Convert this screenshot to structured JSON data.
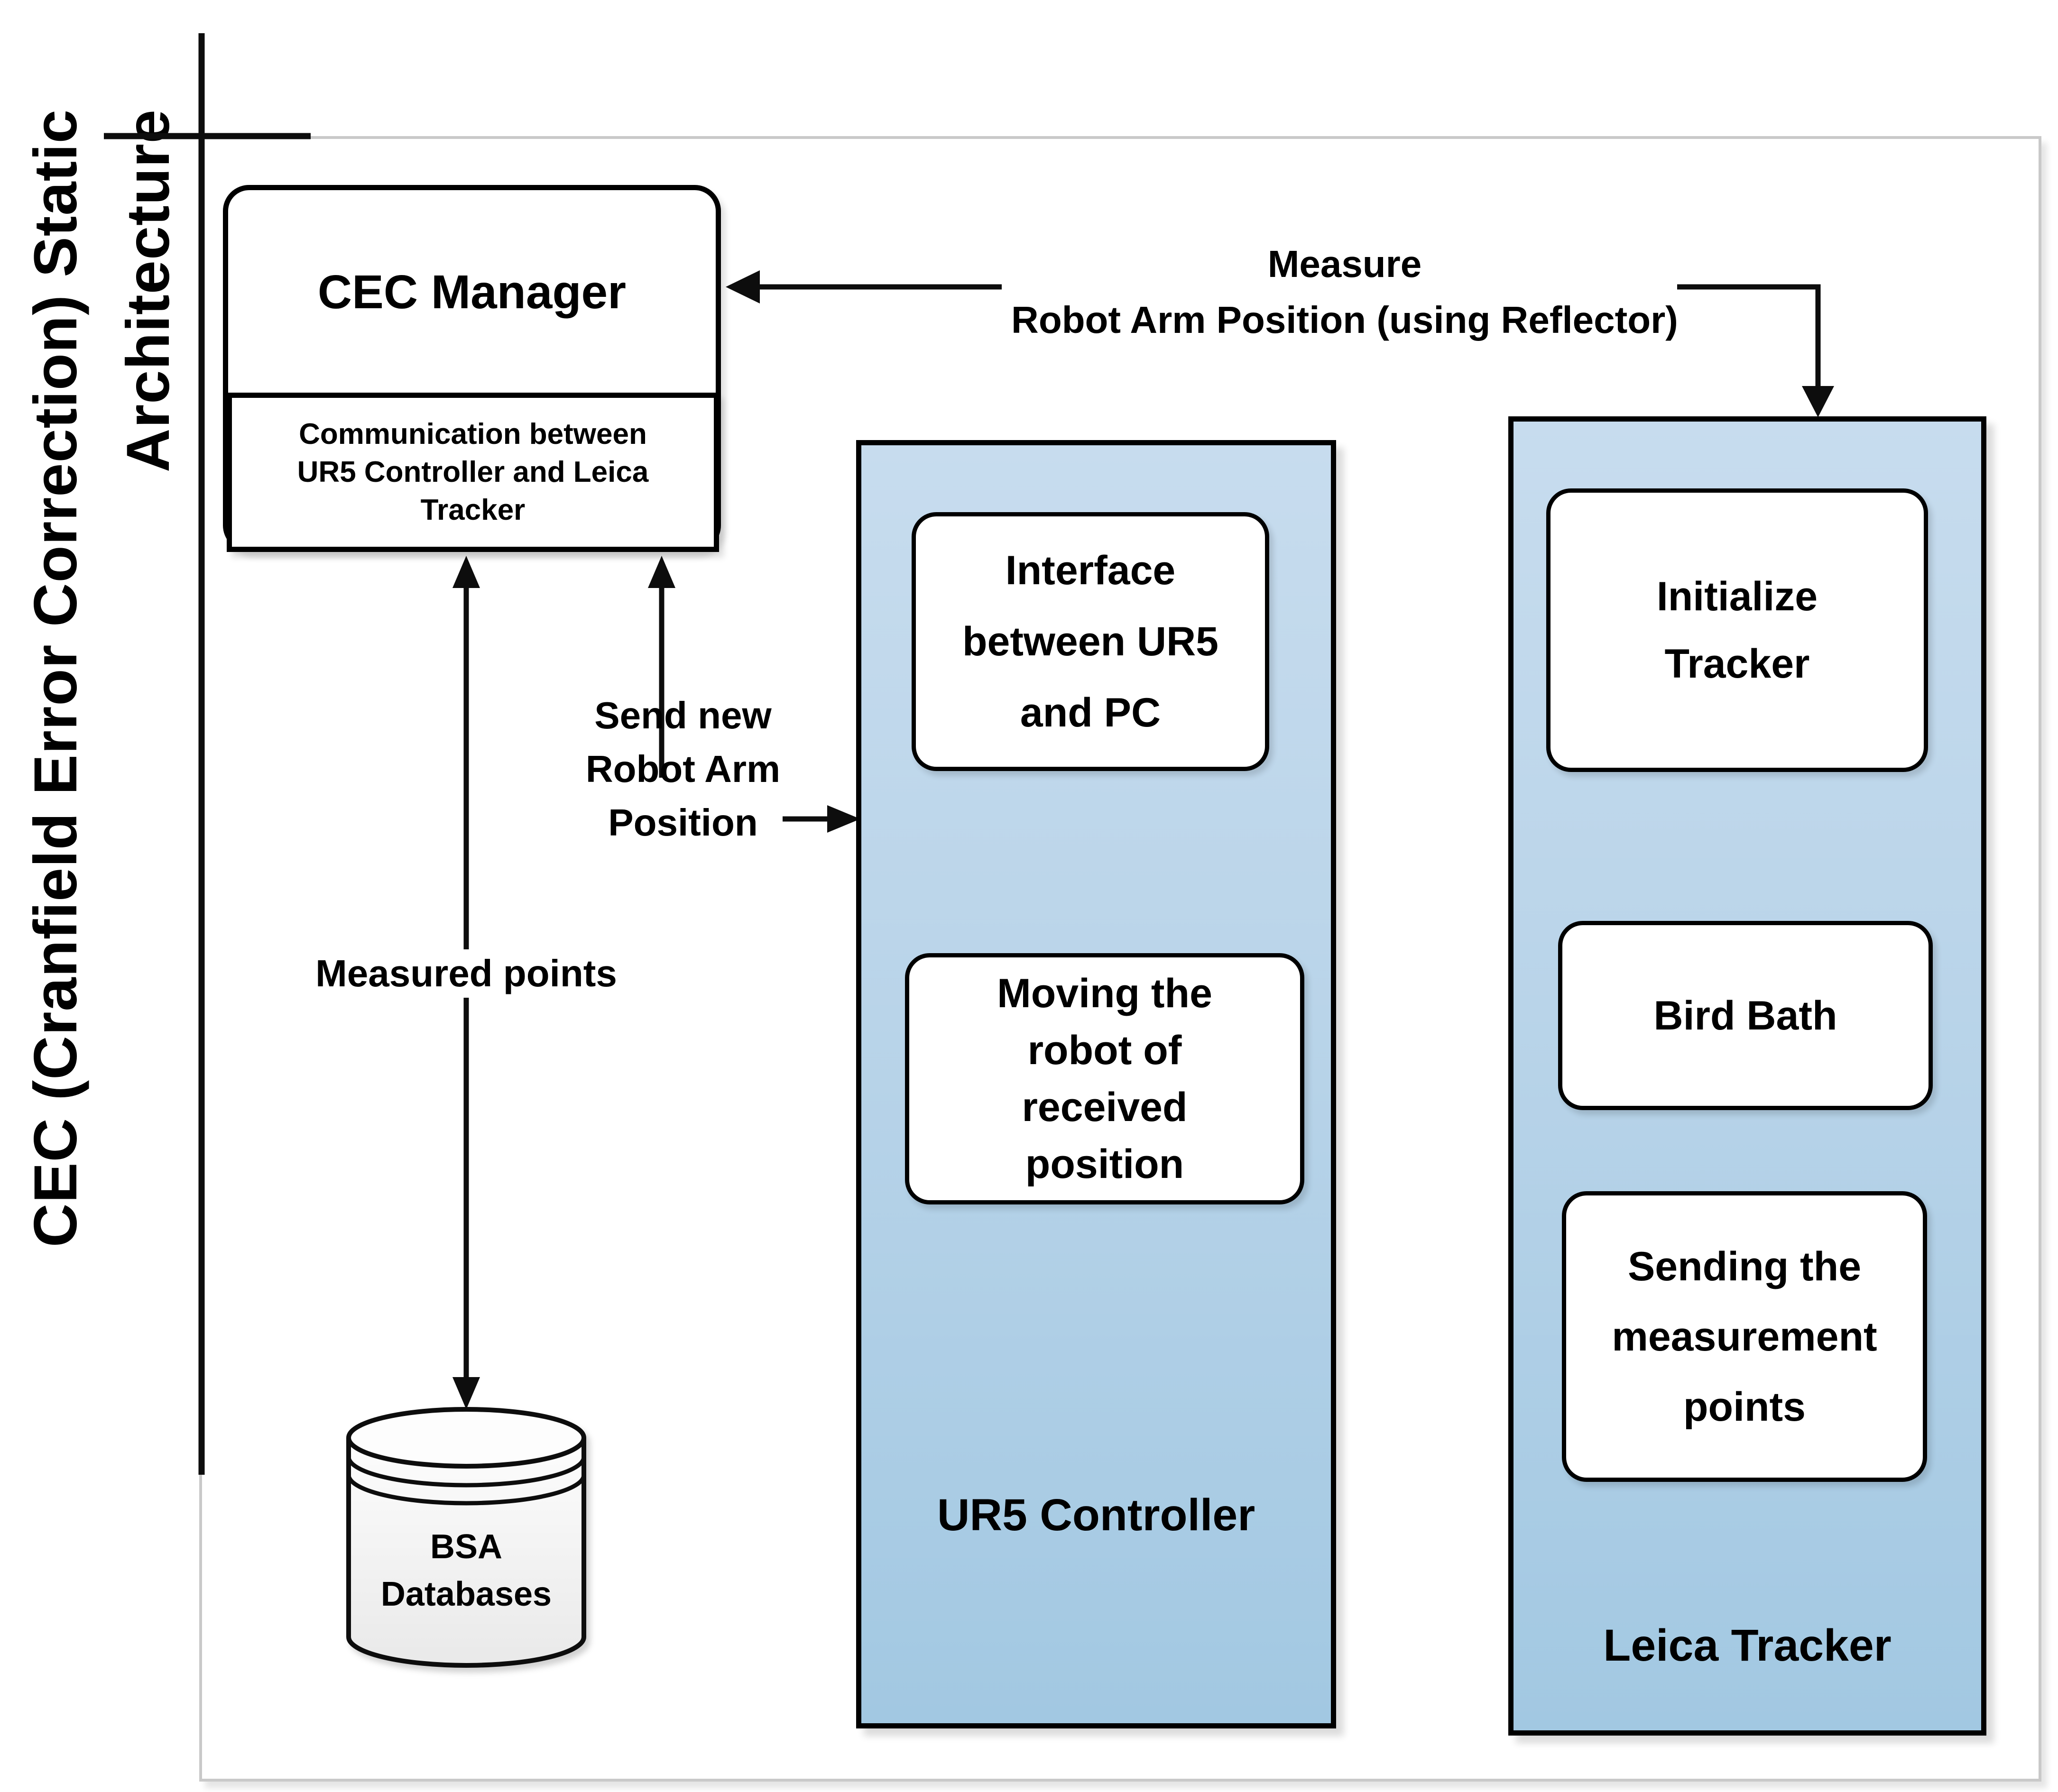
{
  "title": {
    "line1": "CEC (Cranfield Error Correction) Static",
    "line2": "Architecture"
  },
  "cec_manager": {
    "label": "CEC Manager",
    "compartment": "Communication between\nUR5 Controller and Leica\nTracker"
  },
  "connectors": {
    "measure_label": "Measure\nRobot Arm Position (using Reflector)",
    "send_new_label": "Send new\nRobot Arm\nPosition",
    "measured_points_label": "Measured points"
  },
  "ur5_controller": {
    "label": "UR5 Controller",
    "interface_box": "Interface\nbetween UR5\nand PC",
    "moving_box": "Moving the\nrobot of\nreceived\nposition"
  },
  "leica_tracker": {
    "label": "Leica Tracker",
    "initialize_box": "Initialize\nTracker",
    "bird_bath_box": "Bird Bath",
    "sending_box": "Sending the\nmeasurement\npoints"
  },
  "database": {
    "label": "BSA\nDatabases"
  },
  "colors": {
    "column_fill_top": "#c7dcee",
    "column_fill_bottom": "#a2c8e2",
    "box_fill": "#ffffff",
    "border": "#000000",
    "frame": "#c9c9c9"
  }
}
